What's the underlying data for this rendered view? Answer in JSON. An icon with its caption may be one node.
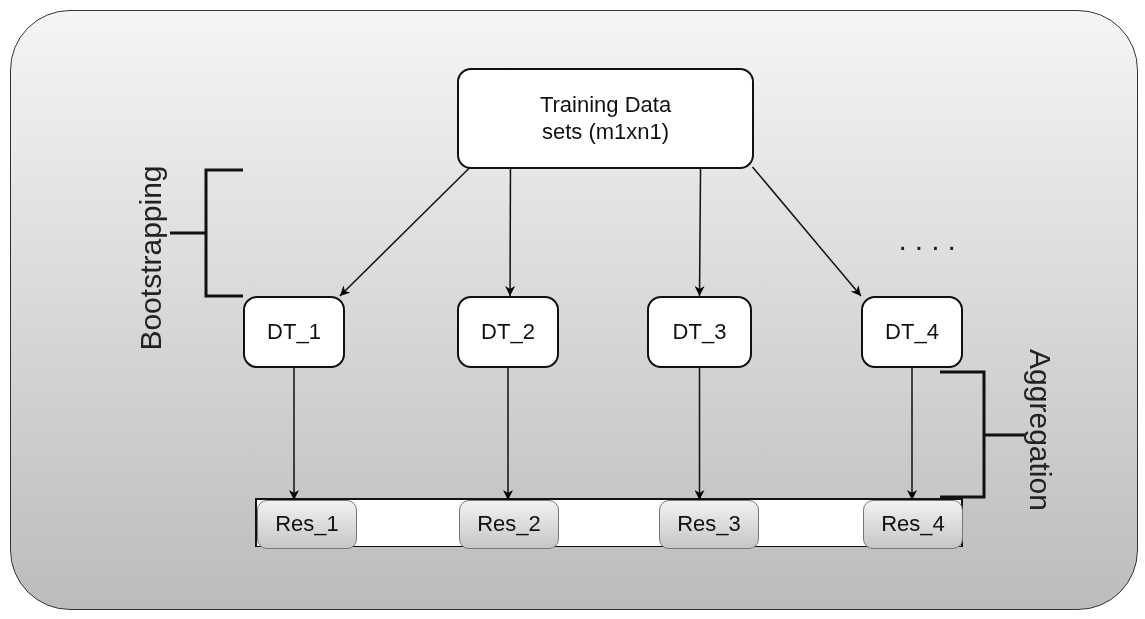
{
  "diagram": {
    "nodes": [
      {
        "text": [
          "Training Data sets (m1xn1)"
        ]
      },
      {
        "text": [
          "DT_1"
        ]
      },
      {
        "text": [
          "DT_2"
        ]
      },
      {
        "text": [
          "DT_3"
        ]
      },
      {
        "text": [
          "DT_4"
        ]
      },
      {
        "text": [],
        "shape": "bar"
      },
      {
        "text": [
          "Res_1"
        ],
        "in": 5
      },
      {
        "text": [
          "Res_2"
        ],
        "in": 5
      },
      {
        "text": [
          "Res_3"
        ],
        "in": 5
      },
      {
        "text": [
          "Res_4"
        ],
        "in": 5
      }
    ],
    "edges": [
      {
        "from": 0,
        "to": 1,
        "arrow": "to"
      },
      {
        "from": 0,
        "to": 2,
        "arrow": "to"
      },
      {
        "from": 0,
        "to": 3,
        "arrow": "to"
      },
      {
        "from": 0,
        "to": 4,
        "arrow": "to"
      },
      {
        "from": 1,
        "to": 6,
        "arrow": "to"
      },
      {
        "from": 2,
        "to": 7,
        "arrow": "to"
      },
      {
        "from": 3,
        "to": 8,
        "arrow": "to"
      },
      {
        "from": 4,
        "to": 9,
        "arrow": "to"
      }
    ],
    "labels": [
      "Bootstrapping",
      "....",
      "Aggregation"
    ]
  }
}
